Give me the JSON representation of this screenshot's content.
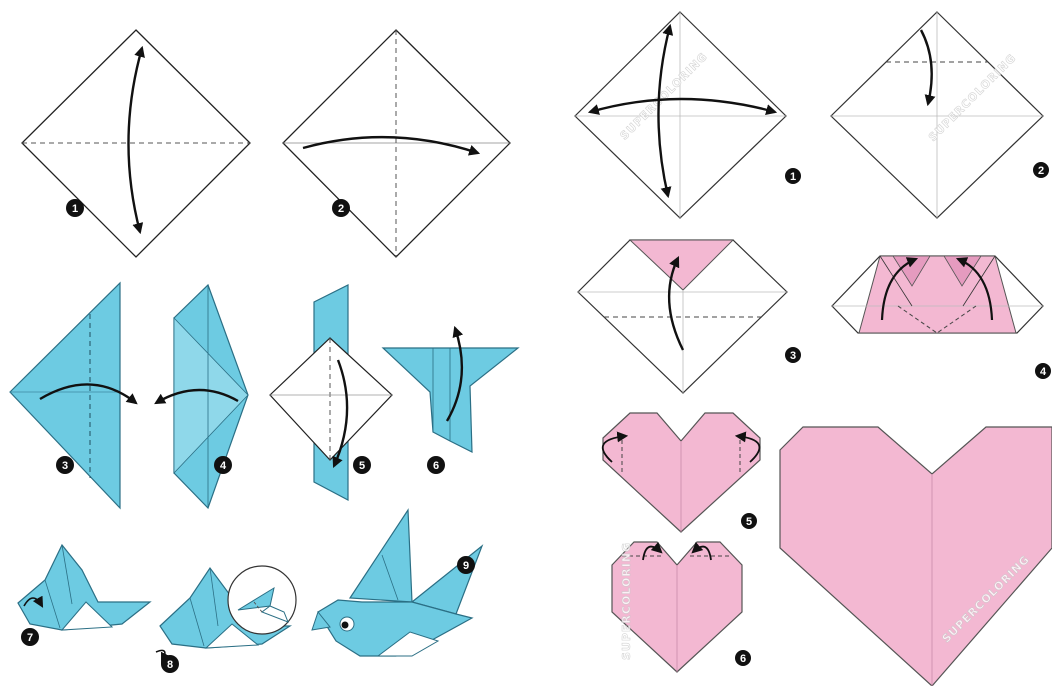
{
  "bird": {
    "fill_color": "#6dcbe2",
    "steps": [
      {
        "number": "1"
      },
      {
        "number": "2"
      },
      {
        "number": "3"
      },
      {
        "number": "4"
      },
      {
        "number": "5"
      },
      {
        "number": "6"
      },
      {
        "number": "7"
      },
      {
        "number": "8"
      },
      {
        "number": "9"
      }
    ]
  },
  "heart": {
    "fill_color": "#f3b8d2",
    "watermark": "SUPERCOLORING",
    "steps": [
      {
        "number": "1"
      },
      {
        "number": "2"
      },
      {
        "number": "3"
      },
      {
        "number": "4"
      },
      {
        "number": "5"
      },
      {
        "number": "6"
      }
    ]
  }
}
